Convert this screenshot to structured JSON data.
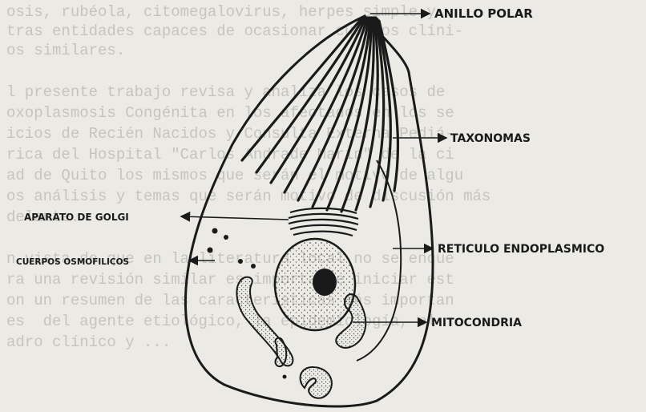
{
  "background_text": [
    "osis, rubéola, citomegalovirus, herpes simple y",
    "tras entidades capaces de ocasionar cuadros clíni-",
    "os similares.",
    "l presente trabajo revisa y analiza los casos de",
    "oxoplasmosis Congénita en los afectados en los se",
    "icios de Recién Nacidos y Consulta Externa Pediá-",
    "rica del Hospital \"Carlos Andrade Marín\" de la ci",
    "ad de Quito los mismos que serán el motivo de algu",
    "os análisis y temas que serán motivo de discusión más",
    "delante.",
    "n vista de que en la literatura local no se encue",
    "ra una revisión similar es importante iniciar ést",
    "on un resumen de las características más importan",
    "es  del agente etiológico, la epidemiología, el",
    "adro clínico y ..."
  ],
  "labels": {
    "anillo_polar": "ANILLO POLAR",
    "taxonomas": "TAXONOMAS",
    "aparato_golgi": "APARATO DE GOLGI",
    "reticulo": "RETICULO ENDOPLASMICO",
    "cuerpos": "CUERPOS OSMOFILICOS",
    "mitocondria": "MITOCONDRIA"
  }
}
